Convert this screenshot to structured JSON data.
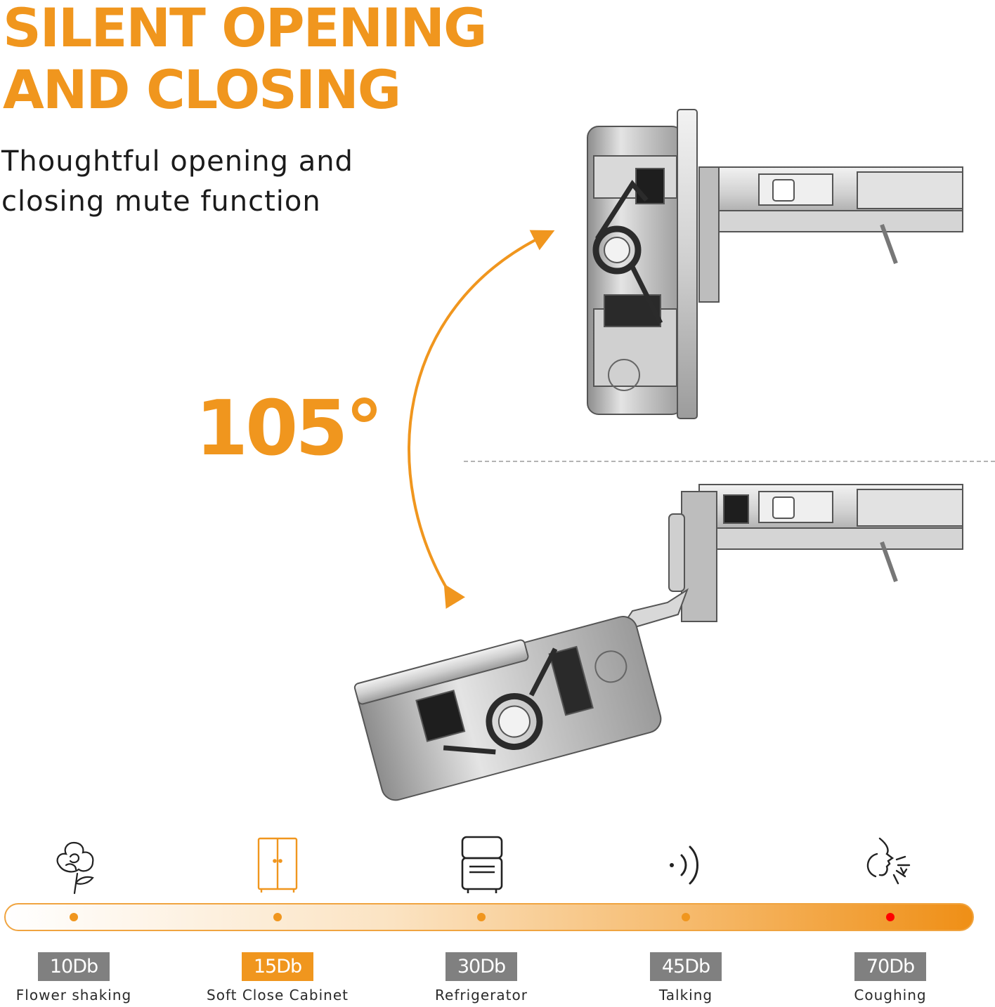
{
  "header": {
    "title_line1": "SILENT OPENING",
    "title_line2": "AND CLOSING",
    "subtitle_line1": "Thoughtful opening and",
    "subtitle_line2": "closing mute function"
  },
  "angle_label": "105°",
  "colors": {
    "accent": "#f0961e",
    "badge_gray": "#808080",
    "highlight_dot": "#ff0000"
  },
  "scale": [
    {
      "value": "10Db",
      "label": "Flower shaking",
      "icon": "flower-icon",
      "highlighted": false
    },
    {
      "value": "15Db",
      "label": "Soft Close Cabinet",
      "icon": "cabinet-icon",
      "highlighted": true
    },
    {
      "value": "30Db",
      "label": "Refrigerator",
      "icon": "refrigerator-icon",
      "highlighted": false
    },
    {
      "value": "45Db",
      "label": "Talking",
      "icon": "sound-waves-icon",
      "highlighted": false
    },
    {
      "value": "70Db",
      "label": "Coughing",
      "icon": "coughing-face-icon",
      "highlighted": false,
      "dot_color": "#ff0000"
    }
  ]
}
